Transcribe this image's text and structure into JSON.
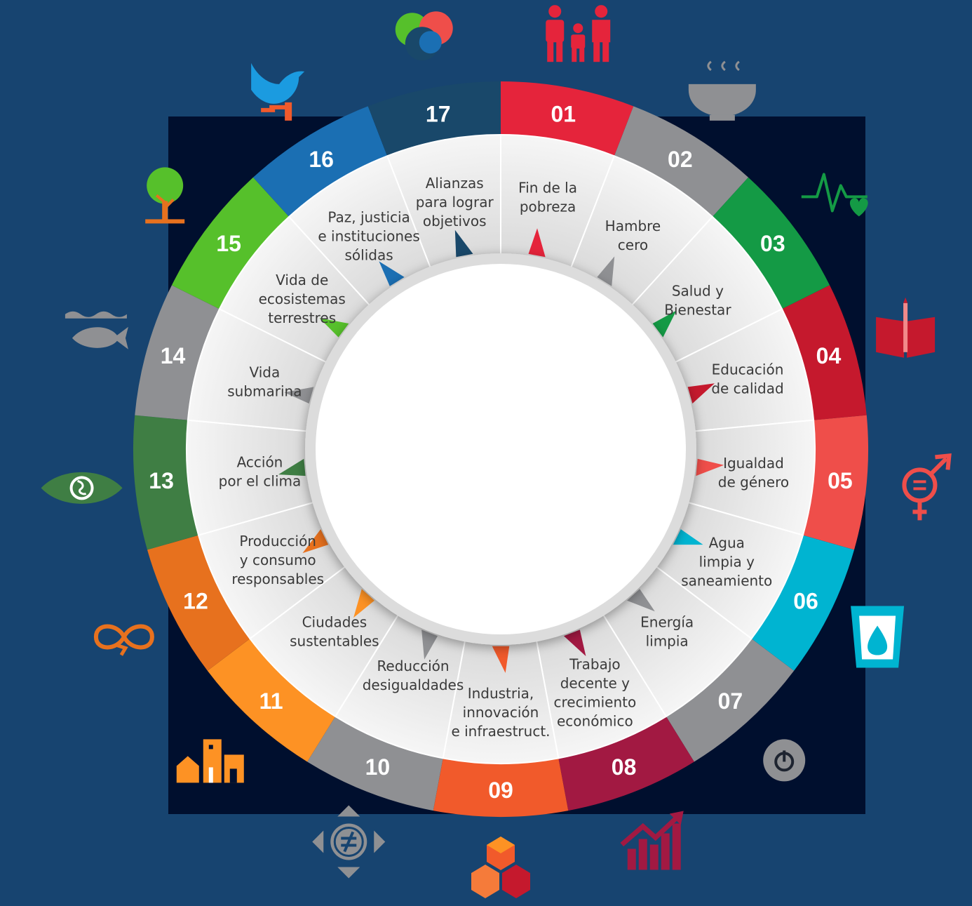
{
  "colors": {
    "page_background": "#174470",
    "panel_background": "#000f2e"
  },
  "goals": [
    {
      "number": "01",
      "label_lines": [
        "Fin de la",
        "pobreza"
      ],
      "color": "#e5243b",
      "icon": "family-icon"
    },
    {
      "number": "02",
      "label_lines": [
        "Hambre",
        "cero"
      ],
      "color": "#8f9093",
      "icon": "bowl-icon"
    },
    {
      "number": "03",
      "label_lines": [
        "Salud y",
        "Bienestar"
      ],
      "color": "#149a45",
      "icon": "heartbeat-icon"
    },
    {
      "number": "04",
      "label_lines": [
        "Educación",
        "de calidad"
      ],
      "color": "#c5192d",
      "icon": "book-icon"
    },
    {
      "number": "05",
      "label_lines": [
        "Igualdad",
        "de género"
      ],
      "color": "#ef4e4a",
      "icon": "gender-equality-icon"
    },
    {
      "number": "06",
      "label_lines": [
        "Agua",
        "limpia y",
        "saneamiento"
      ],
      "color": "#00b4d1",
      "icon": "water-glass-icon"
    },
    {
      "number": "07",
      "label_lines": [
        "Energía",
        "limpia"
      ],
      "color": "#8f9093",
      "icon": "power-icon"
    },
    {
      "number": "08",
      "label_lines": [
        "Trabajo",
        "decente y",
        "crecimiento",
        "económico"
      ],
      "color": "#a21942",
      "icon": "growth-chart-icon"
    },
    {
      "number": "09",
      "label_lines": [
        "Industria,",
        "innovación",
        "e infraestruct."
      ],
      "color": "#f15a2b",
      "icon": "cubes-icon"
    },
    {
      "number": "10",
      "label_lines": [
        "Reducción",
        "desigualdades"
      ],
      "color": "#8f9093",
      "icon": "inequality-icon"
    },
    {
      "number": "11",
      "label_lines": [
        "Ciudades",
        "sustentables"
      ],
      "color": "#fd9224",
      "icon": "city-icon"
    },
    {
      "number": "12",
      "label_lines": [
        "Producción",
        "y consumo",
        "responsables"
      ],
      "color": "#e7711e",
      "icon": "infinity-loop-icon"
    },
    {
      "number": "13",
      "label_lines": [
        "Acción",
        "por el clima"
      ],
      "color": "#3f7e44",
      "icon": "eye-globe-icon"
    },
    {
      "number": "14",
      "label_lines": [
        "Vida",
        "submarina"
      ],
      "color": "#8f9093",
      "icon": "fish-icon"
    },
    {
      "number": "15",
      "label_lines": [
        "Vida de",
        "ecosistemas",
        "terrestres"
      ],
      "color": "#56c02b",
      "icon": "tree-icon"
    },
    {
      "number": "16",
      "label_lines": [
        "Paz, justicia",
        "e instituciones",
        "sólidas"
      ],
      "color": "#1b6fb3",
      "icon": "dove-gavel-icon"
    },
    {
      "number": "17",
      "label_lines": [
        "Alianzas",
        "para lograr",
        "objetivos"
      ],
      "color": "#19486a",
      "icon": "circles-partnership-icon"
    }
  ]
}
